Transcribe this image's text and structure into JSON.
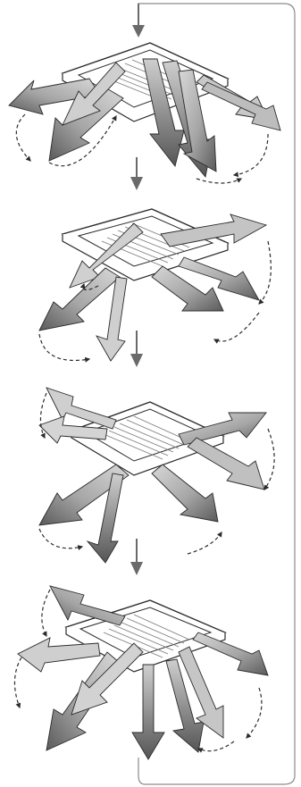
{
  "figure": {
    "kind": "airflow-swing-sequence",
    "panel_count": 4,
    "colors": {
      "line": "#2b2b2b",
      "flow_light": "#c9c9c9",
      "flow_mid": "#9c9c9c",
      "flow_dark": "#5e5e5e",
      "unit_body": "#ffffff",
      "grille": "#8a8a8a"
    },
    "panels": [
      {
        "step": 1,
        "arrows_shown": 8
      },
      {
        "step": 2,
        "arrows_shown": 6
      },
      {
        "step": 3,
        "arrows_shown": 7
      },
      {
        "step": 4,
        "arrows_shown": 8
      }
    ]
  }
}
